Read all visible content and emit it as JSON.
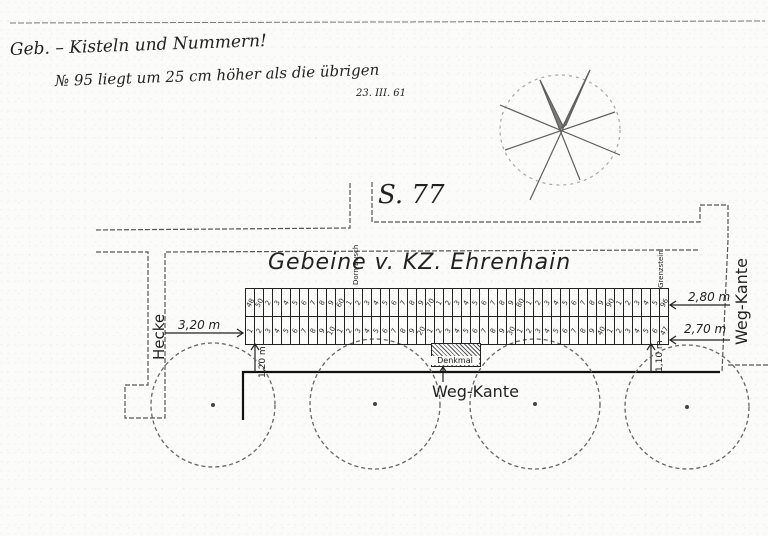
{
  "document": {
    "type": "hand-drawn site plan (scanned)",
    "notes": {
      "line1": "Geb. – Kisteln und Nummern!",
      "line2": "№ 95 liegt um 25 cm höher als die übrigen",
      "date": "23. III. 61"
    },
    "sheet_number": "S. 77",
    "title": "Gebeine v. KZ. Ehrenhain",
    "labels": {
      "hedge": "Hecke",
      "path_edge_bottom": "Weg-Kante",
      "path_edge_right": "Weg-Kante",
      "memorial": "Denkmal",
      "boundary_left": "Dorn Busch",
      "boundary_right": "Grenzstein"
    },
    "dimensions": {
      "left": "3,20 m",
      "right_top": "2,80 m",
      "right_bottom": "2,70 m",
      "gap_left": "1,20 m",
      "gap_right": "1,10 m"
    },
    "grid": {
      "top_row": [
        "48",
        "50",
        "2",
        "3",
        "4",
        "5",
        "6",
        "7",
        "8",
        "9",
        "60",
        "1",
        "2",
        "3",
        "4",
        "5",
        "6",
        "7",
        "8",
        "9",
        "70",
        "1",
        "2",
        "3",
        "4",
        "5",
        "6",
        "7",
        "8",
        "9",
        "80",
        "1",
        "2",
        "3",
        "4",
        "5",
        "6",
        "7",
        "8",
        "9",
        "90",
        "1",
        "2",
        "3",
        "4",
        "5",
        "96"
      ],
      "bottom_row": [
        "1",
        "2",
        "3",
        "4",
        "5",
        "6",
        "7",
        "8",
        "9",
        "10",
        "1",
        "2",
        "3",
        "4",
        "5",
        "6",
        "7",
        "8",
        "9",
        "20",
        "1",
        "2",
        "3",
        "4",
        "5",
        "6",
        "7",
        "8",
        "9",
        "30",
        "1",
        "2",
        "3",
        "4",
        "5",
        "6",
        "7",
        "8",
        "9",
        "40",
        "1",
        "2",
        "3",
        "4",
        "5",
        "6",
        "47"
      ]
    }
  }
}
